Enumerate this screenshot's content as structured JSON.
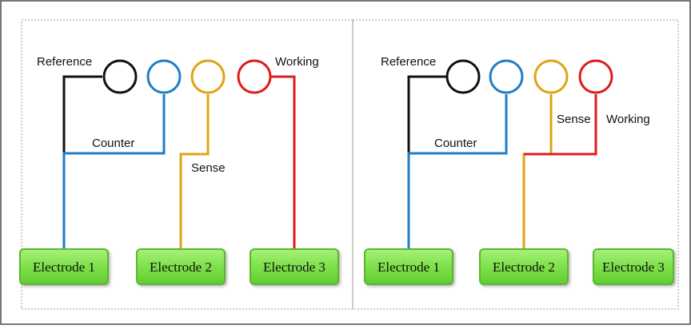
{
  "colors": {
    "reference": "#111111",
    "counter": "#1f7ec6",
    "sense": "#e0a412",
    "working": "#dd1c1c",
    "electrode_fill": "#7ee04a",
    "electrode_border": "#5db52f",
    "panel_border": "#9a9a9a"
  },
  "panels": [
    {
      "terminal_labels": {
        "reference": "Reference",
        "counter": "Counter",
        "sense": "Sense",
        "working": "Working"
      },
      "electrodes": [
        "Electrode 1",
        "Electrode 2",
        "Electrode 3"
      ],
      "connections": {
        "electrode_1": [
          "Reference",
          "Counter"
        ],
        "electrode_2": [
          "Sense"
        ],
        "electrode_3": [
          "Working"
        ]
      }
    },
    {
      "terminal_labels": {
        "reference": "Reference",
        "counter": "Counter",
        "sense": "Sense",
        "working": "Working"
      },
      "electrodes": [
        "Electrode 1",
        "Electrode 2",
        "Electrode 3"
      ],
      "connections": {
        "electrode_1": [
          "Reference",
          "Counter"
        ],
        "electrode_2": [
          "Sense",
          "Working"
        ],
        "electrode_3": []
      }
    }
  ]
}
